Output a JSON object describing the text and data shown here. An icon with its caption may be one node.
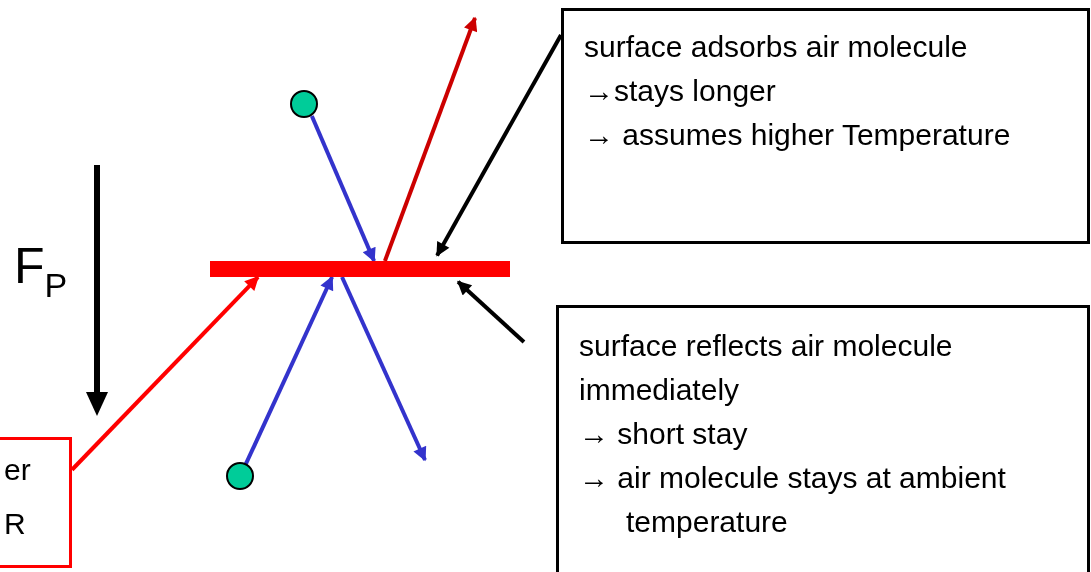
{
  "diagram": {
    "nodes": [
      {
        "text": [
          "surface adsorbs air molecule",
          "→stays longer",
          "→ assumes higher Temperature"
        ]
      },
      {
        "text": [
          "surface reflects air molecule immediately",
          "→ short stay",
          "→ air molecule stays at ambient temperature"
        ]
      },
      {
        "text": [],
        "shape": "bar"
      },
      {
        "text": [],
        "shape": "circle"
      },
      {
        "text": [],
        "shape": "circle"
      },
      {
        "text": [
          "er",
          "R"
        ]
      }
    ],
    "edges": [
      {
        "from": 3,
        "to": 2,
        "arrow": "to"
      },
      {
        "from": 2,
        "to": null,
        "arrow": "to",
        "color": "#cc0000"
      },
      {
        "from": 0,
        "to": 2,
        "arrow": "to",
        "color": "#000000"
      },
      {
        "from": 5,
        "to": 2,
        "arrow": "to",
        "color": "#ff0000"
      },
      {
        "from": 4,
        "to": 2,
        "arrow": "to"
      },
      {
        "from": 2,
        "to": null,
        "arrow": "to"
      },
      {
        "from": 1,
        "to": 2,
        "arrow": "to",
        "color": "#000000"
      }
    ],
    "labels": [
      "F$_{P}$"
    ]
  }
}
